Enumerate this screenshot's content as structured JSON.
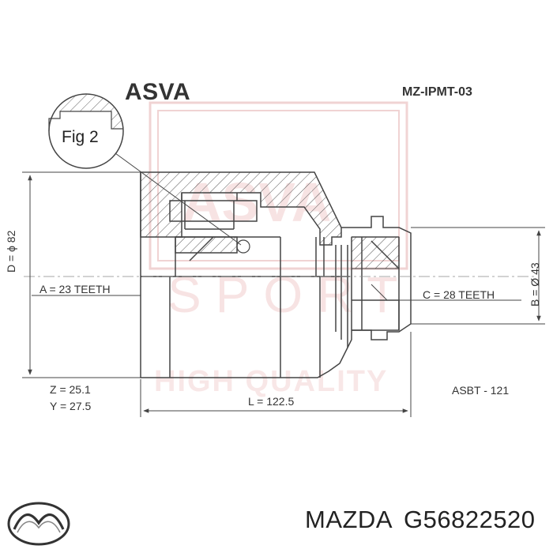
{
  "header": {
    "brand": "ASVA",
    "part_number": "MZ-IPMT-03"
  },
  "figure": {
    "fig_label": "Fig 2"
  },
  "dimensions": {
    "d": "D = ϕ 82",
    "b": "B = Ø 43",
    "a": "A = 23 TEETH",
    "c": "C = 28 TEETH",
    "z": "Z = 25.1",
    "y": "Y = 27.5",
    "l": "L = 122.5",
    "asbt": "ASBT - 121"
  },
  "watermark": {
    "text_1": "ASVA",
    "text_2": "SPORT",
    "text_3": "HIGH QUALITY"
  },
  "footer": {
    "make": "MAZDA",
    "oem": "G56822520"
  },
  "colors": {
    "line": "#444444",
    "hatch": "#555555",
    "watermark": "#e8b5b5"
  },
  "icons": {
    "logo": "mazda-logo-icon"
  }
}
